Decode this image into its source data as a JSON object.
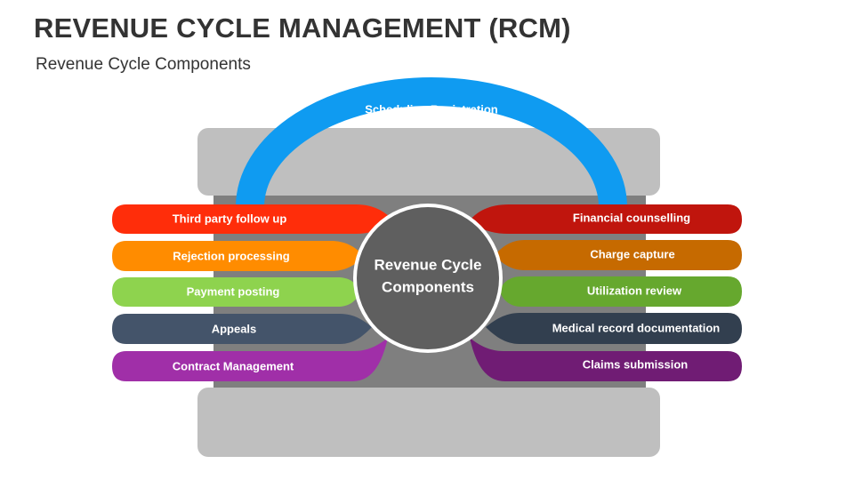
{
  "header": {
    "title": "REVENUE CYCLE MANAGEMENT (RCM)",
    "subtitle": "Revenue Cycle Components"
  },
  "arc": {
    "label": "Scheduling Registration",
    "color": "#0F9BF1"
  },
  "center": {
    "line1": "Revenue Cycle",
    "line2": "Components",
    "color": "#5F5F5F"
  },
  "left_items": [
    {
      "label": "Third party follow up",
      "color": "#FF2D0A"
    },
    {
      "label": "Rejection  processing",
      "color": "#FF8C00"
    },
    {
      "label": "Payment posting",
      "color": "#8ED34E"
    },
    {
      "label": "Appeals",
      "color": "#44546A"
    },
    {
      "label": "Contract Management",
      "color": "#A02FA8"
    }
  ],
  "right_items": [
    {
      "label": "Financial counselling",
      "color": "#C0150D"
    },
    {
      "label": "Charge capture",
      "color": "#C66A00"
    },
    {
      "label": "Utilization review",
      "color": "#66A82E"
    },
    {
      "label": "Medical record documentation",
      "color": "#323F4F"
    },
    {
      "label": "Claims submission",
      "color": "#701C74"
    }
  ]
}
